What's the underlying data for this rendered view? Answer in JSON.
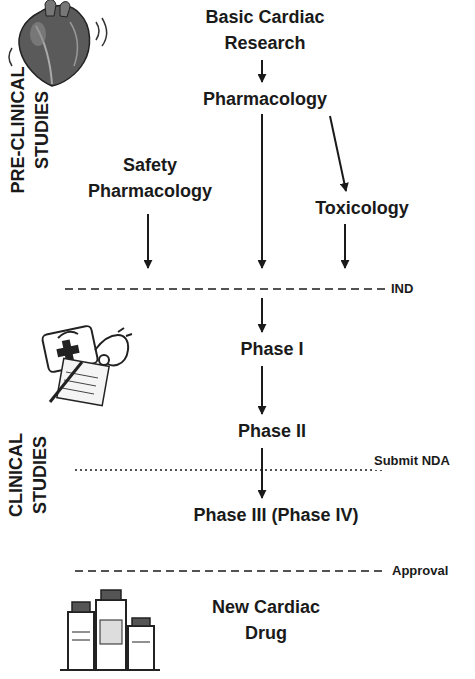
{
  "diagram": {
    "nodes": [
      {
        "text": [
          "Basic Cardiac Research"
        ]
      },
      {
        "text": [
          "Pharmacology"
        ]
      },
      {
        "text": [
          "Safety Pharmacology"
        ]
      },
      {
        "text": [
          "Toxicology"
        ]
      },
      {
        "text": [
          "Phase I"
        ]
      },
      {
        "text": [
          "Phase II"
        ]
      },
      {
        "text": [
          "Phase III (Phase IV)"
        ]
      },
      {
        "text": [
          "New Cardiac Drug"
        ]
      }
    ],
    "edges": [
      {
        "from": 0,
        "to": 1,
        "arrow": "to"
      },
      {
        "from": 1,
        "to": 3,
        "arrow": "to"
      },
      {
        "from": 4,
        "to": 5,
        "arrow": "to"
      },
      {
        "from": 5,
        "to": 6,
        "arrow": "to"
      }
    ],
    "labels": [
      "PRE-CLINICAL STUDIES",
      "IND",
      "CLINICAL STUDIES",
      "Submit NDA",
      "Approval"
    ]
  }
}
